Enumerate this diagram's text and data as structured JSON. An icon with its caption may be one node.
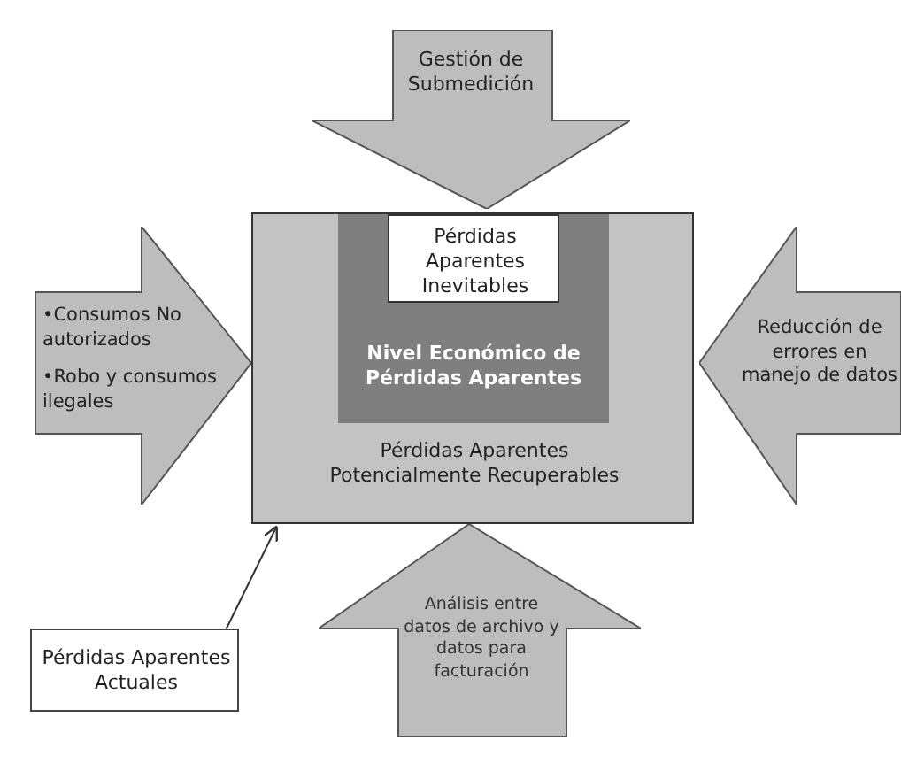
{
  "diagram": {
    "nodes": [
      {
        "text": [
          "Pérdidas Aparentes Potencialmente Recuperables"
        ]
      },
      {
        "text": [
          "Nivel Económico de Pérdidas Aparentes"
        ],
        "in": 0
      },
      {
        "text": [
          "Pérdidas Aparentes Inevitables"
        ],
        "in": 1
      },
      {
        "text": [
          "Gestión de Submedición"
        ]
      },
      {
        "text": [
          "•Consumos No autorizados",
          "•Robo y consumos ilegales"
        ]
      },
      {
        "text": [
          "Reducción de errores en manejo de datos"
        ]
      },
      {
        "text": [
          "Análisis entre datos de archivo y datos para facturación"
        ]
      },
      {
        "text": [
          "Pérdidas Aparentes Actuales"
        ]
      }
    ],
    "edges": [
      {
        "from": 7,
        "to": 0,
        "arrow": "to"
      }
    ]
  }
}
